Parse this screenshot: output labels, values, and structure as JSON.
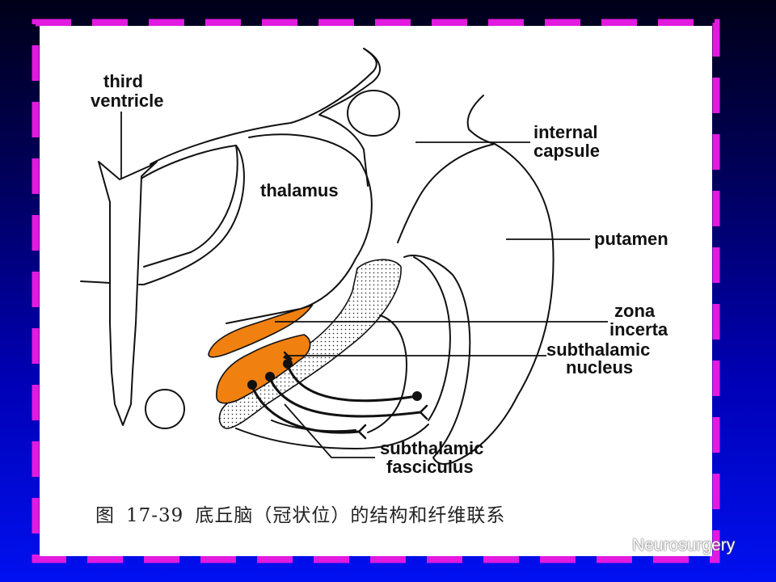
{
  "labels": {
    "third_ventricle": [
      "third",
      "ventricle"
    ],
    "thalamus": "thalamus",
    "internal_capsule": [
      "internal",
      "capsule"
    ],
    "putamen": "putamen",
    "zona_incerta": [
      "zona",
      "incerta"
    ],
    "subthalamic_nucleus": [
      "subthalamic",
      "nucleus"
    ],
    "subthalamic_fasciculus": [
      "subthalamic",
      "fasciculus"
    ]
  },
  "caption": {
    "prefix": "图",
    "number": "17-39",
    "text": "底丘脑（冠状位）的结构和纤维联系"
  },
  "watermark": {
    "text": "Neurosurgery",
    "icon": "wechat-icon"
  },
  "colors": {
    "frame_dash": "#e21adf",
    "highlight_orange": "#f08010",
    "background_top": "#000018",
    "background_bottom": "#0010f0"
  }
}
